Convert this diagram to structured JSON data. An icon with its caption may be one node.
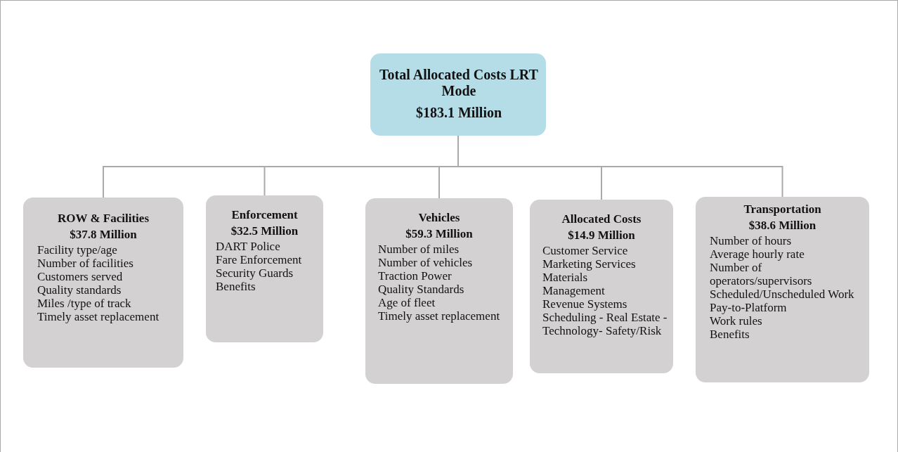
{
  "diagram": {
    "nodes": [
      {
        "text": [
          "Total Allocated Costs LRT Mode",
          "$183.1 Million"
        ]
      },
      {
        "text": [
          "ROW & Facilities",
          "$37.8 Million",
          "Facility type/age",
          "Number of facilities",
          "Customers served",
          "Quality standards",
          "Miles /type of track",
          "Timely asset replacement"
        ]
      },
      {
        "text": [
          "Enforcement",
          "$32.5 Million",
          "DART Police",
          "Fare Enforcement",
          "Security Guards",
          "Benefits"
        ]
      },
      {
        "text": [
          "Vehicles",
          "$59.3 Million",
          "Number of miles",
          "Number of vehicles",
          "Traction Power",
          "Quality Standards",
          "Age of fleet",
          "Timely asset replacement"
        ]
      },
      {
        "text": [
          "Allocated Costs",
          "$14.9 Million",
          "Customer Service",
          "Marketing Services",
          "Materials",
          "Management",
          "Revenue Systems",
          "Scheduling - Real Estate -Technology- Safety/Risk"
        ]
      },
      {
        "text": [
          "Transportation",
          "$38.6 Million",
          "Number of hours",
          "Average hourly rate",
          "Number of operators/supervisors",
          "Scheduled/Unscheduled Work",
          "Pay-to-Platform",
          "Work rules",
          "Benefits"
        ]
      }
    ],
    "edges": [
      {
        "from": 0,
        "to": 1,
        "arrow": "none"
      },
      {
        "from": 0,
        "to": 2,
        "arrow": "none"
      },
      {
        "from": 0,
        "to": 3,
        "arrow": "none"
      },
      {
        "from": 0,
        "to": 4,
        "arrow": "none"
      },
      {
        "from": 0,
        "to": 5,
        "arrow": "none"
      }
    ]
  }
}
